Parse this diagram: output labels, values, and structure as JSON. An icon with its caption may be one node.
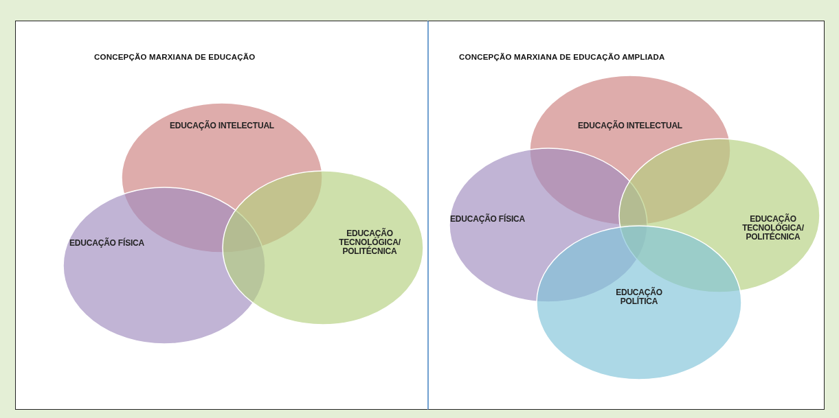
{
  "diagram": {
    "nodes": [
      {
        "text": [
          "CONCEPÇÃO MARXIANA DE EDUCAÇÃO"
        ]
      },
      {
        "text": [
          "EDUCAÇÃO INTELECTUAL"
        ],
        "in": 0
      },
      {
        "text": [
          "EDUCAÇÃO FÍSICA"
        ],
        "in": 0
      },
      {
        "text": [
          "EDUCAÇÃO TECNOLÓGICA/ POLITÉCNICA"
        ],
        "in": 0
      },
      {
        "text": [
          "CONCEPÇÃO MARXIANA DE EDUCAÇÃO AMPLIADA"
        ]
      },
      {
        "text": [
          "EDUCAÇÃO INTELECTUAL"
        ],
        "in": 4
      },
      {
        "text": [
          "EDUCAÇÃO FÍSICA"
        ],
        "in": 4
      },
      {
        "text": [
          "EDUCAÇÃO TECNOLÓGICA/ POLITÉCNICA"
        ],
        "in": 4
      },
      {
        "text": [
          "EDUCAÇÃO POLÍTICA"
        ],
        "in": 4
      }
    ],
    "edges": []
  }
}
